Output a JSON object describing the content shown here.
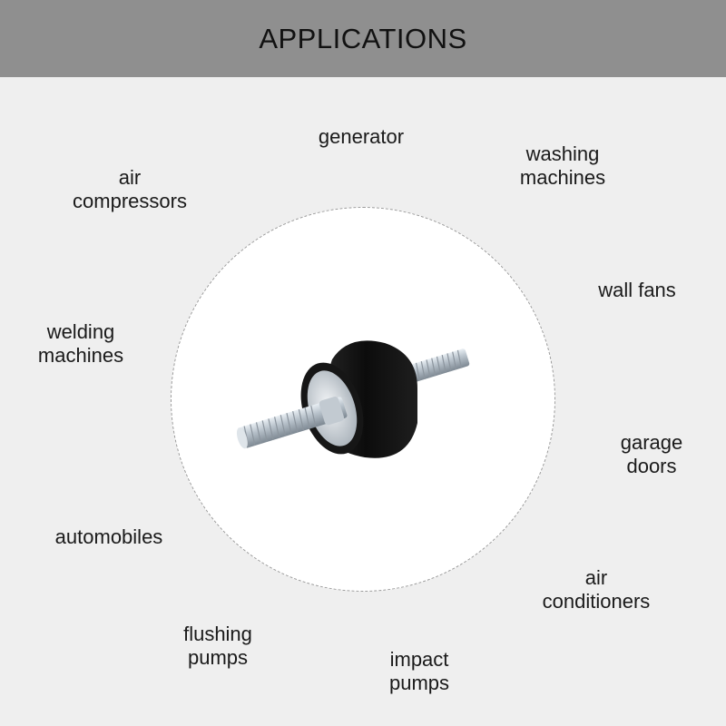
{
  "header": {
    "title": "APPLICATIONS"
  },
  "product": {
    "name": "rubber-mount-icon"
  },
  "applications": [
    {
      "label": "generator"
    },
    {
      "label": "washing\nmachines"
    },
    {
      "label": "air\ncompressors"
    },
    {
      "label": "wall fans"
    },
    {
      "label": "welding\nmachines"
    },
    {
      "label": "garage\ndoors"
    },
    {
      "label": "automobiles"
    },
    {
      "label": "air\nconditioners"
    },
    {
      "label": "flushing\npumps"
    },
    {
      "label": "impact\npumps"
    }
  ]
}
